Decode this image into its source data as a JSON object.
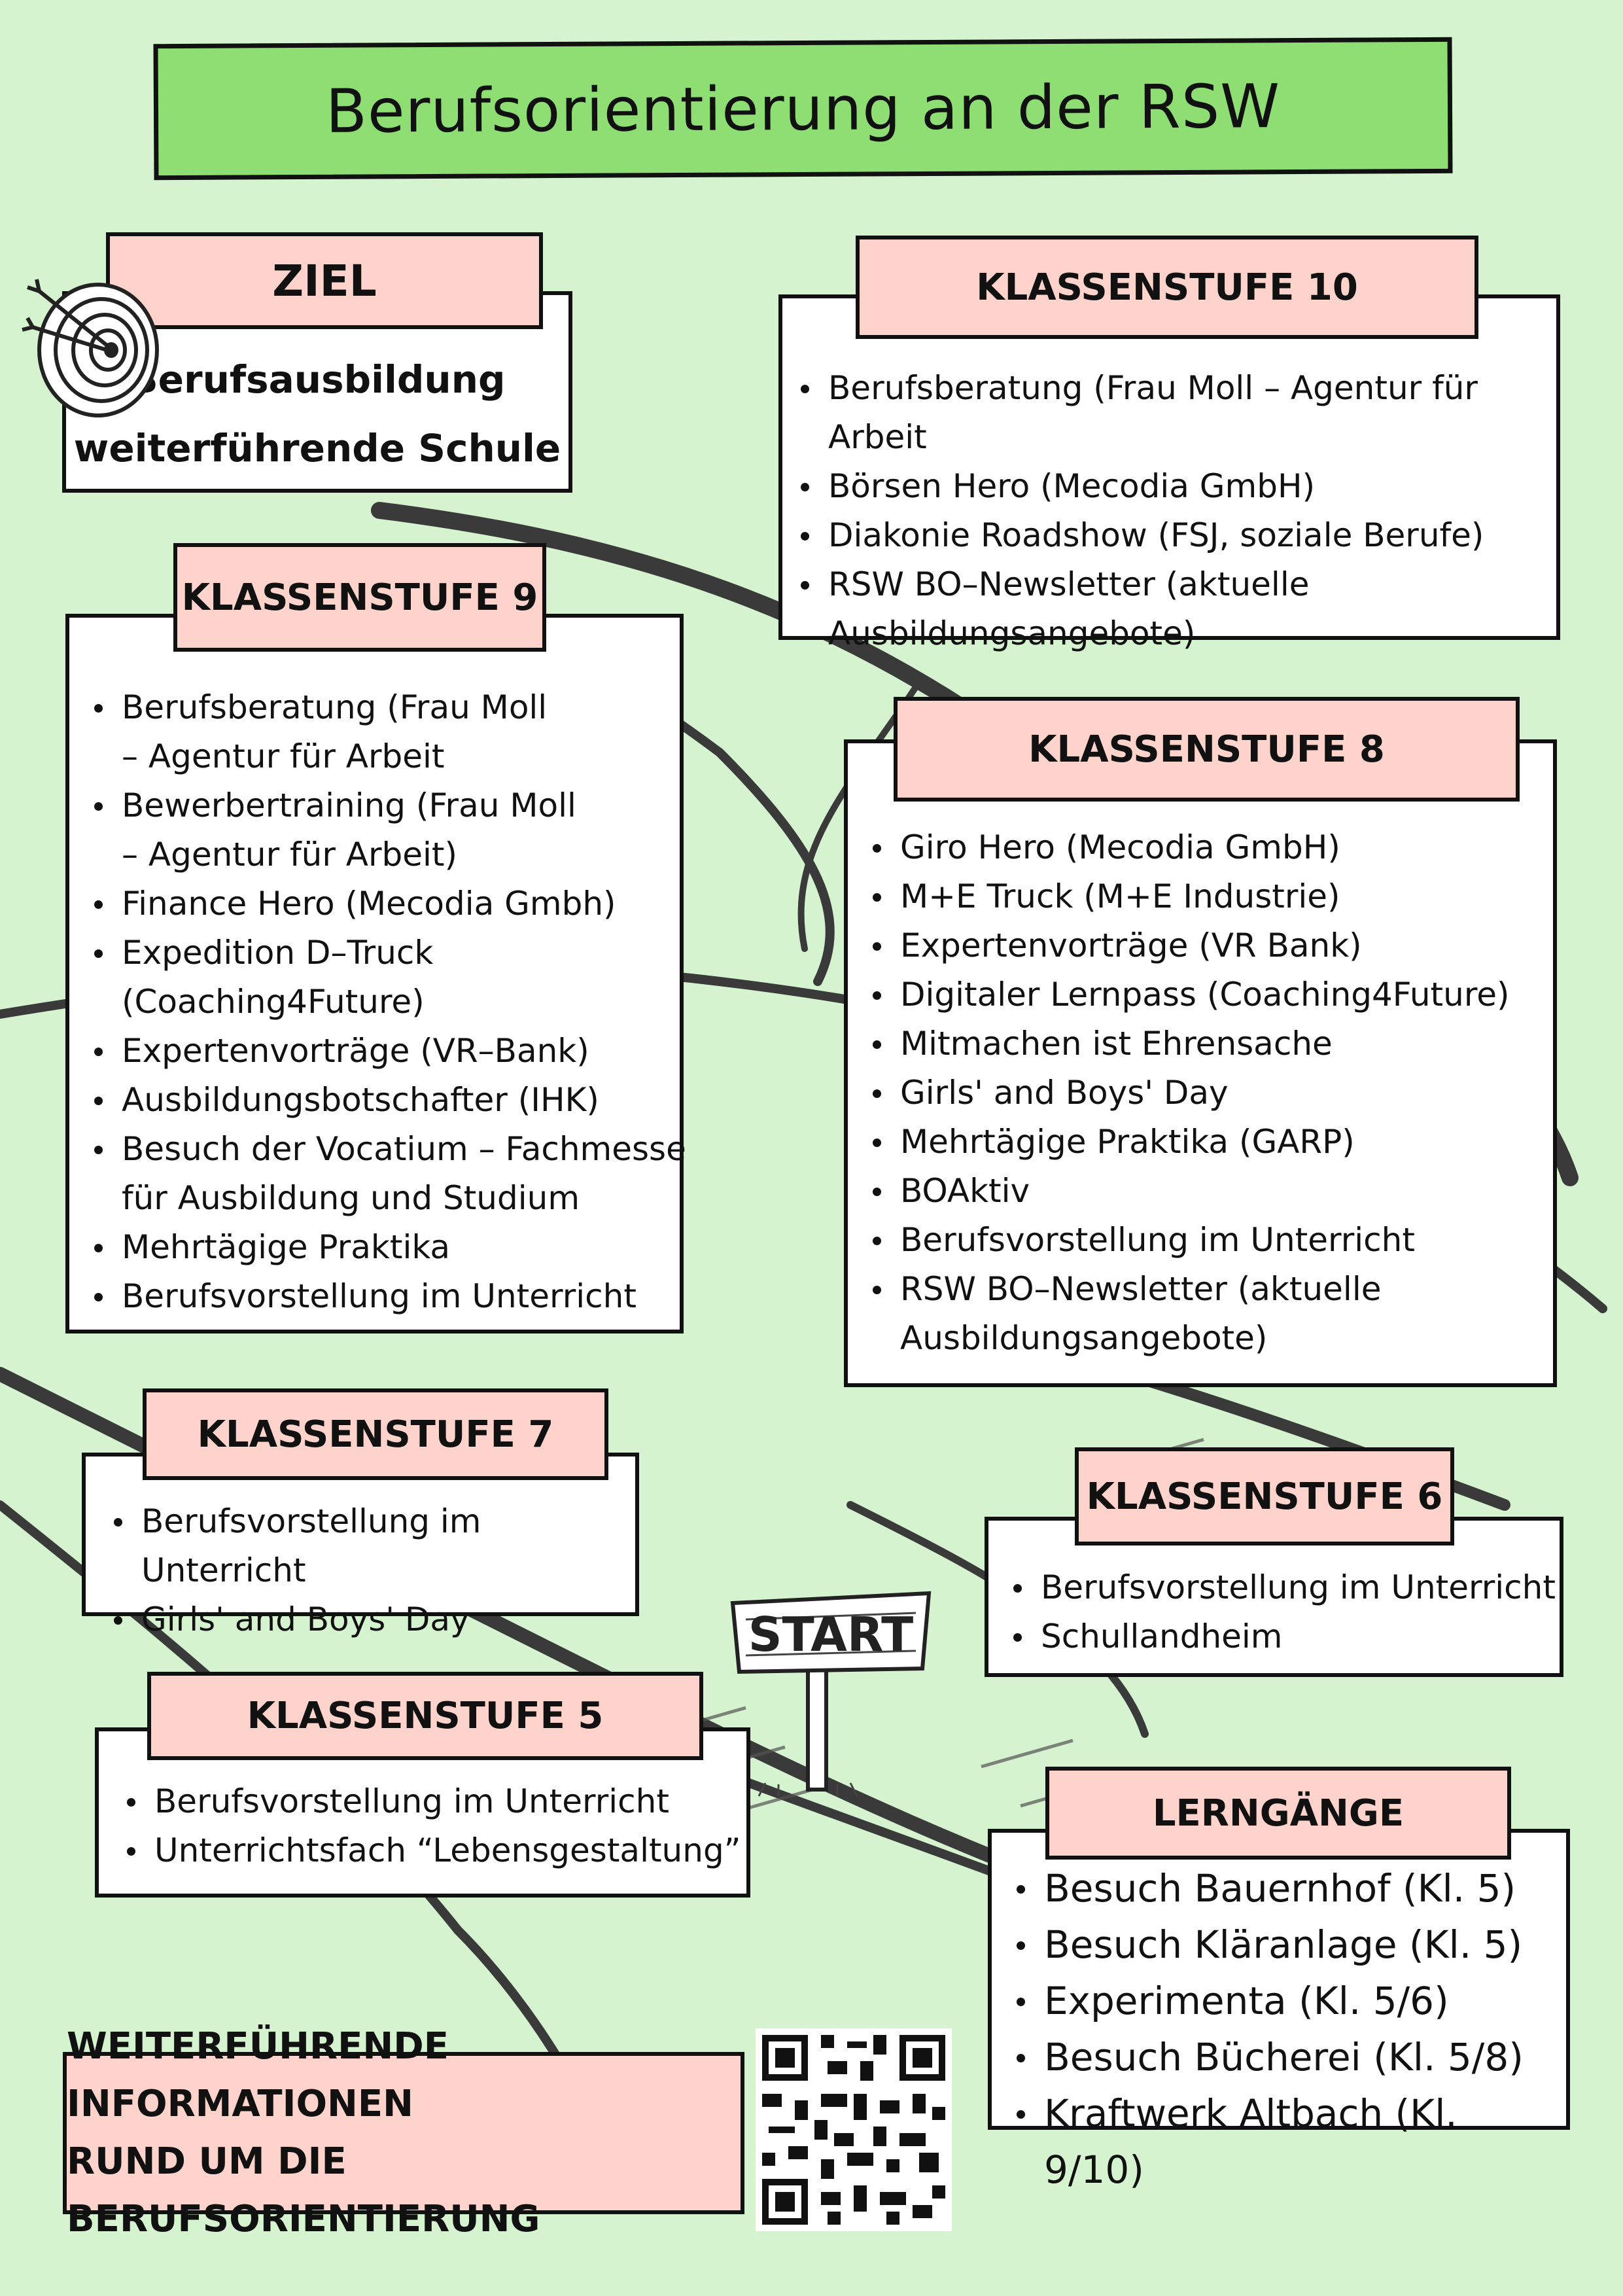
{
  "title": "Berufsorientierung an der RSW",
  "ziel": {
    "heading": "ZIEL",
    "lines": [
      "Berufsausbildung",
      "weiterführende Schule"
    ]
  },
  "kl10": {
    "heading": "KLASSENSTUFE 10",
    "items": [
      "Berufsberatung (Frau Moll – Agentur für Arbeit",
      "Börsen Hero (Mecodia GmbH)",
      "Diakonie Roadshow (FSJ, soziale Berufe)",
      "RSW BO–Newsletter (aktuelle Ausbildungsangebote)"
    ]
  },
  "kl9": {
    "heading": "KLASSENSTUFE 9",
    "items": [
      "Berufsberatung (Frau Moll – Agentur für Arbeit",
      "Bewerbertraining (Frau Moll – Agentur für Arbeit)",
      "Finance Hero (Mecodia Gmbh)",
      "Expedition D–Truck (Coaching4Future)",
      "Expertenvorträge (VR–Bank)",
      "Ausbildungsbotschafter (IHK)",
      "Besuch der Vocatium – Fachmesse für Ausbildung und Studium",
      "Mehrtägige Praktika",
      "Berufsvorstellung im Unterricht"
    ]
  },
  "kl8": {
    "heading": "KLASSENSTUFE 8",
    "items": [
      "Giro Hero (Mecodia GmbH)",
      "M+E Truck (M+E Industrie)",
      "Expertenvorträge (VR Bank)",
      "Digitaler Lernpass (Coaching4Future)",
      "Mitmachen ist Ehrensache",
      "Girls' and Boys' Day",
      "Mehrtägige Praktika (GARP)",
      "BOAktiv",
      "Berufsvorstellung im Unterricht",
      "RSW BO–Newsletter (aktuelle Ausbildungsangebote)"
    ]
  },
  "kl7": {
    "heading": "KLASSENSTUFE 7",
    "items": [
      "Berufsvorstellung im Unterricht",
      "Girls' and Boys' Day"
    ]
  },
  "kl6": {
    "heading": "KLASSENSTUFE 6",
    "items": [
      "Berufsvorstellung im Unterricht",
      "Schullandheim"
    ]
  },
  "kl5": {
    "heading": "KLASSENSTUFE 5",
    "items": [
      "Berufsvorstellung im Unterricht",
      "Unterrichtsfach “Lebensgestaltung”"
    ]
  },
  "lerngaenge": {
    "heading": "LERNGÄNGE",
    "items": [
      "Besuch Bauernhof (Kl. 5)",
      "Besuch Kläranlage (Kl. 5)",
      "Experimenta (Kl. 5/6)",
      "Besuch Bücherei (Kl. 5/8)",
      "Kraftwerk Altbach (Kl. 9/10)"
    ]
  },
  "info": {
    "line1": "WEITERFÜHRENDE INFORMATIONEN",
    "line2": "RUND UM DIE BERUFSORIENTIERUNG"
  },
  "sign_text": "START",
  "icons": {
    "target": "target-arrows-icon",
    "qr": "qr-code-icon",
    "sign": "start-signpost-icon"
  },
  "colors": {
    "background": "#d6f3cf",
    "title_fill": "#8fde74",
    "heading_fill": "#fdd3cc",
    "panel_fill": "#ffffff",
    "ink": "#111111"
  }
}
